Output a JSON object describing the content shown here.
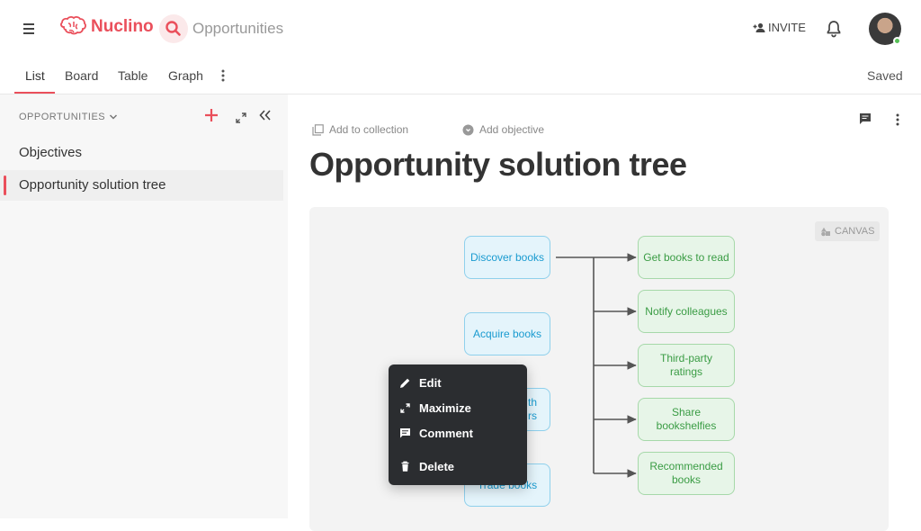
{
  "app": {
    "brand": "Nuclino",
    "workspace_title": "Opportunities",
    "invite_label": "INVITE",
    "accent_color": "#ea4f5b"
  },
  "tabs": [
    {
      "label": "List",
      "active": true
    },
    {
      "label": "Board"
    },
    {
      "label": "Table"
    },
    {
      "label": "Graph"
    }
  ],
  "status": "Saved",
  "sidebar": {
    "header": "OPPORTUNITIES",
    "items": [
      {
        "label": "Objectives"
      },
      {
        "label": "Opportunity solution tree",
        "selected": true
      }
    ]
  },
  "document": {
    "add_to_collection": "Add to collection",
    "add_objective": "Add objective",
    "title": "Opportunity solution tree",
    "canvas_badge": "CANVAS"
  },
  "canvas": {
    "opportunities": [
      {
        "label": "Discover books"
      },
      {
        "label": "Acquire books"
      },
      {
        "label": "th\nrs"
      },
      {
        "label": "Trade books"
      }
    ],
    "solutions": [
      {
        "label": "Get books to read"
      },
      {
        "label": "Notify colleagues"
      },
      {
        "label": "Third-party\nratings"
      },
      {
        "label": "Share\nbookshelfies"
      },
      {
        "label": "Recommended\nbooks"
      }
    ]
  },
  "context_menu": {
    "items": [
      {
        "label": "Edit",
        "icon": "pencil-icon"
      },
      {
        "label": "Maximize",
        "icon": "maximize-icon"
      },
      {
        "label": "Comment",
        "icon": "comment-icon"
      },
      {
        "label": "Delete",
        "icon": "trash-icon"
      }
    ]
  }
}
